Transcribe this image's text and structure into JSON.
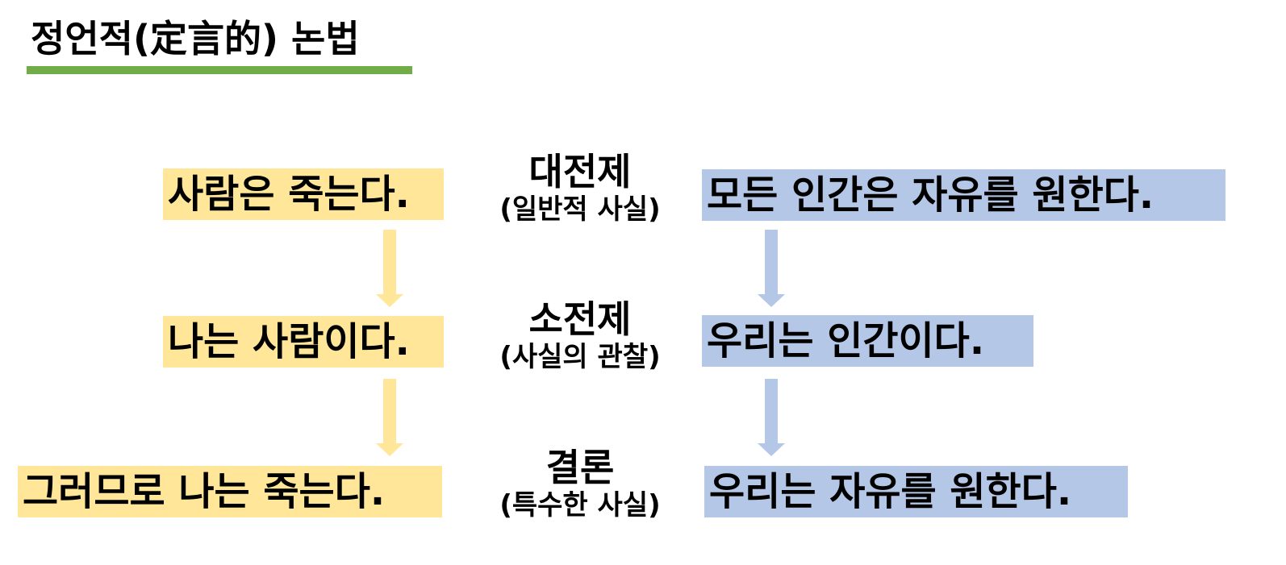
{
  "title": "정언적(定言的) 논법",
  "rows": [
    {
      "left": "사람은 죽는다.",
      "stage": "대전제",
      "stage_note": "(일반적 사실)",
      "right": "모든 인간은 자유를 원한다."
    },
    {
      "left": "나는 사람이다.",
      "stage": "소전제",
      "stage_note": "(사실의 관찰)",
      "right": "우리는 인간이다."
    },
    {
      "left": "그러므로 나는 죽는다.",
      "stage": "결론",
      "stage_note": "(특수한 사실)",
      "right": "우리는 자유를 원한다."
    }
  ],
  "colors": {
    "left_box": "#ffe699",
    "right_box": "#b4c7e7",
    "title_underline": "#70ad47"
  }
}
